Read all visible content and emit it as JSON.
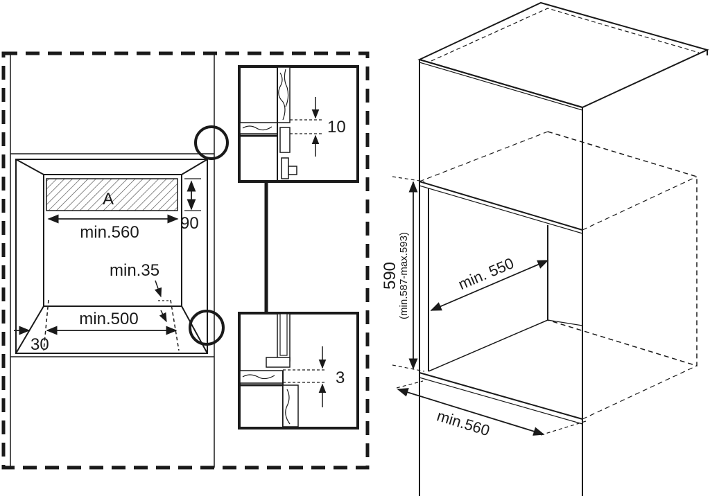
{
  "labels": {
    "area_a": "A",
    "width_min_560_front": "min.560",
    "depth_90": "90",
    "min_35": "min.35",
    "min_500": "min.500",
    "gap_30": "30",
    "detail_top_10": "10",
    "detail_bottom_3": "3",
    "height_590": "590",
    "height_range": "(min.587-max.593)",
    "depth_min_550": "min. 550",
    "width_min_560_iso": "min.560"
  },
  "colors": {
    "line": "#1a1a1a",
    "wood": "#6b6b6b",
    "background": "#ffffff"
  }
}
